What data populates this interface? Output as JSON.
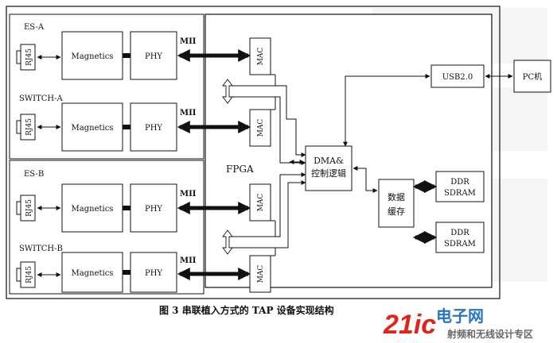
{
  "diagram": {
    "ports": [
      {
        "name": "ES-A",
        "connector": "RJ45",
        "magnetics": "Magnetics",
        "phy": "PHY",
        "link": "MII"
      },
      {
        "name": "SWITCH-A",
        "connector": "RJ45",
        "magnetics": "Magnetics",
        "phy": "PHY",
        "link": "MII"
      },
      {
        "name": "ES-B",
        "connector": "RJ45",
        "magnetics": "Magnetics",
        "phy": "PHY",
        "link": "MII"
      },
      {
        "name": "SWITCH-B",
        "connector": "RJ45",
        "magnetics": "Magnetics",
        "phy": "PHY",
        "link": "MII"
      }
    ],
    "fpga_label": "FPGA",
    "mac_label": "MAC",
    "dma_label_line1": "DMA&",
    "dma_label_line2": "控制逻辑",
    "buffer_label_line1": "数据",
    "buffer_label_line2": "缓存",
    "usb_label": "USB2.0",
    "pc_label": "PC机",
    "ddr_label_line1": "DDR",
    "ddr_label_line2": "SDRAM"
  },
  "caption": "图 3   串联植入方式的 TAP 设备实现结构",
  "watermark": {
    "logo": "21ic",
    "line1": "电子网",
    "line2": "射频和无线设计专区"
  },
  "colors": {
    "line": "#111111",
    "watermark_red": "#e0241b",
    "watermark_blue": "#2b74c4"
  }
}
